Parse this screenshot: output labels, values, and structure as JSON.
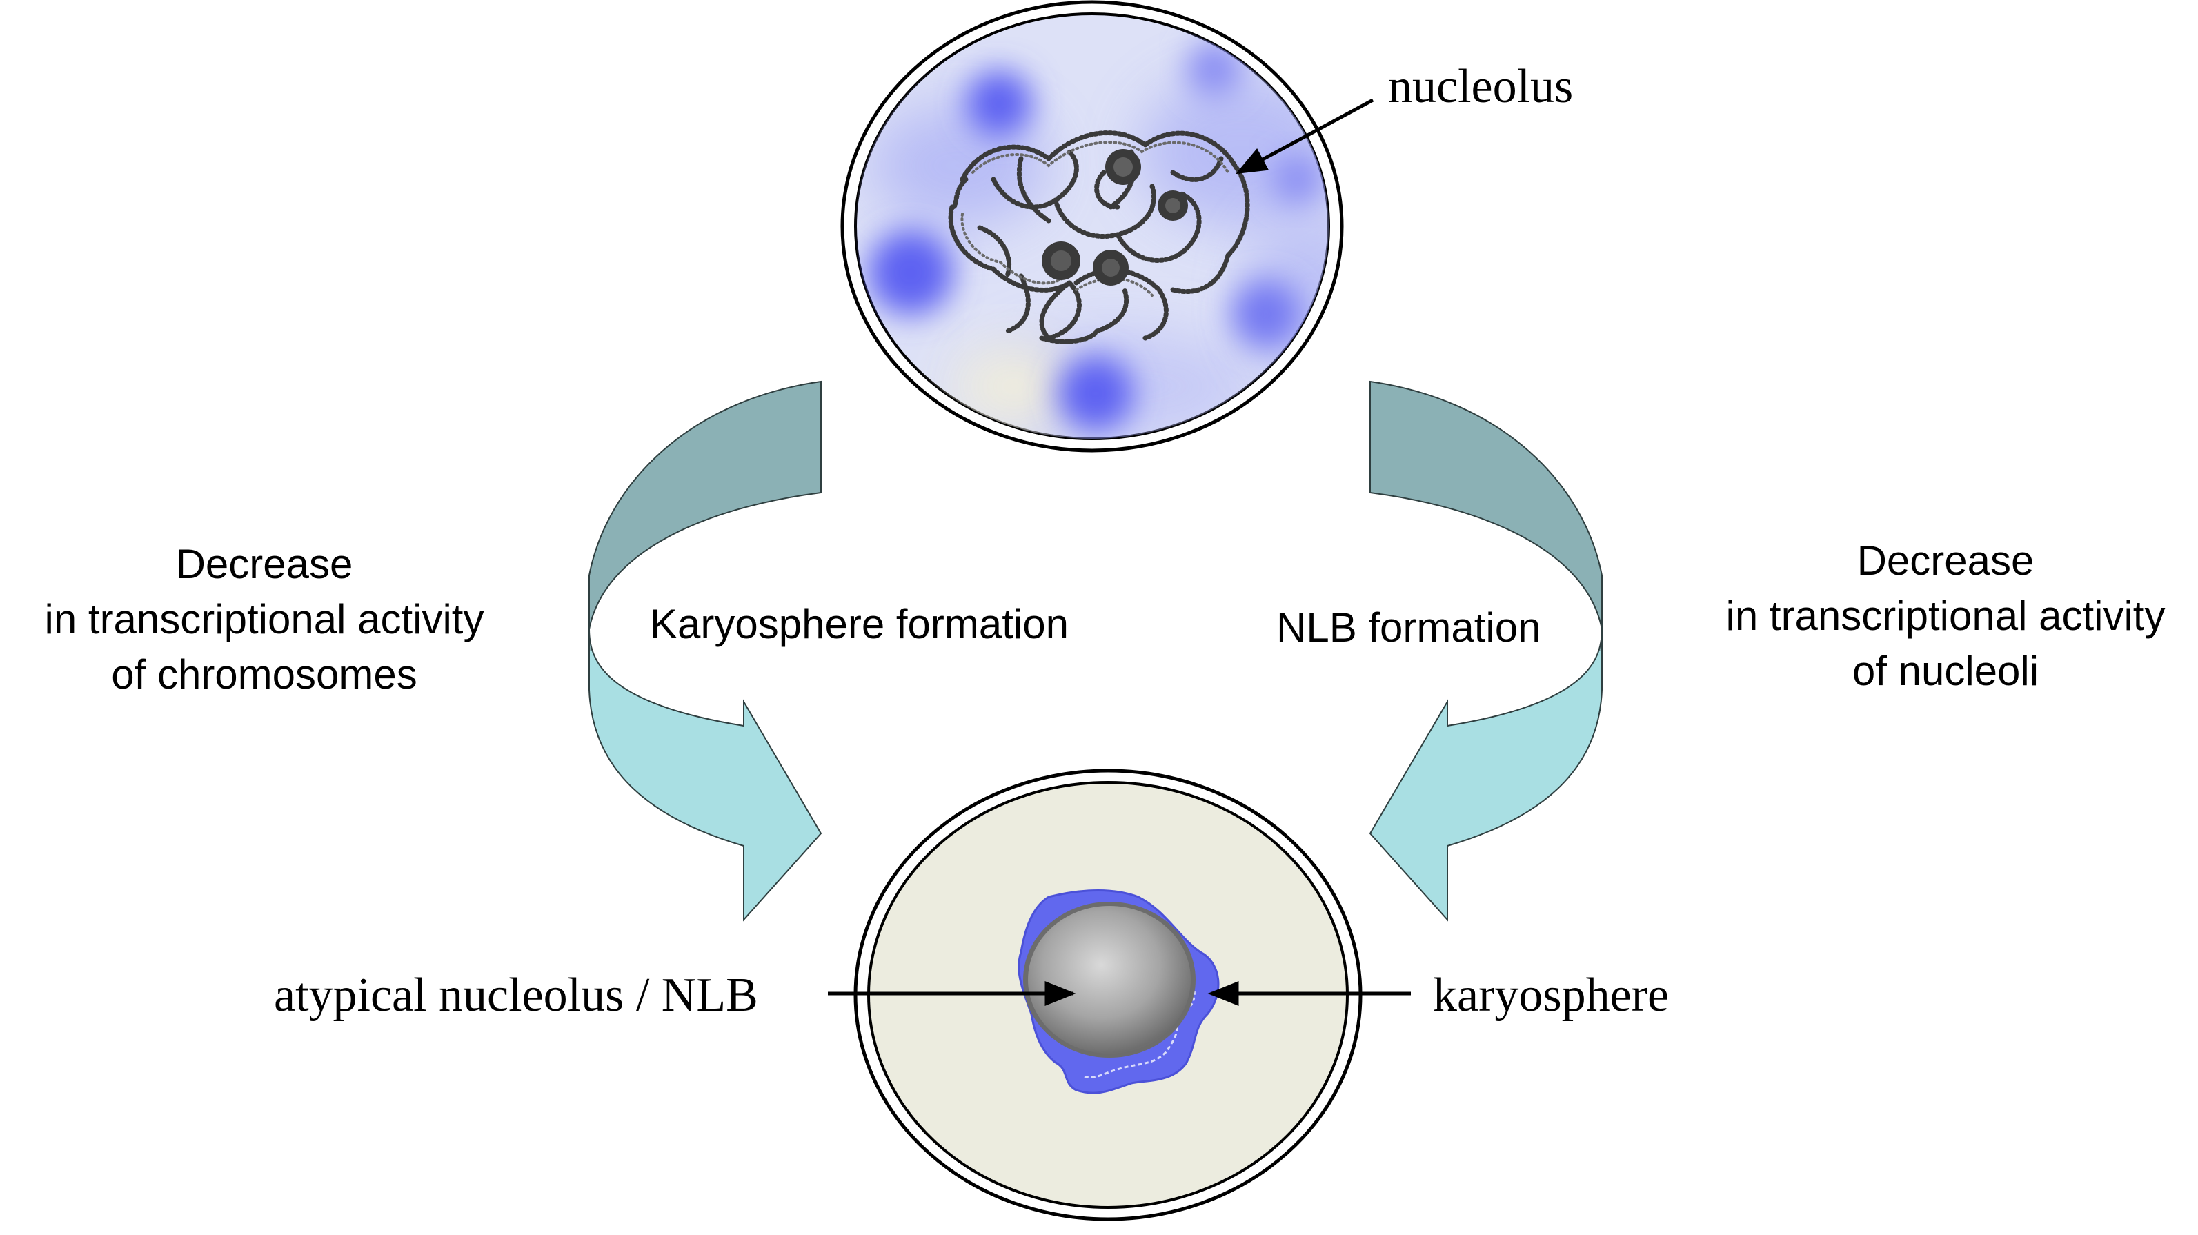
{
  "labels": {
    "nucleolus": "nucleolus",
    "karyosphere_formation": "Karyosphere formation",
    "nlb_formation": "NLB formation",
    "atypical_nucleolus": "atypical nucleolus / NLB",
    "karyosphere": "karyosphere",
    "left_caption": [
      "Decrease",
      "in transcriptional activity",
      "of chromosomes"
    ],
    "right_caption": [
      "Decrease",
      "in transcriptional activity",
      "of nucleoli"
    ]
  },
  "colors": {
    "arrow_top": "#8BB1B5",
    "arrow_bottom": "#A9DFE3",
    "top_cell_base": "#DDE1F7",
    "top_cell_blob": "#5D62F2",
    "bottom_cell_fill": "#ECECDF",
    "karyosphere": "#6168EE",
    "nlb_core": "#9E9E9E",
    "chromatin": "#3A3A3A"
  },
  "icons": {
    "arrow_left": "curved-arrow-down-right",
    "arrow_right": "curved-arrow-down-left",
    "top_cell": "nucleus-with-chromatin-network",
    "bottom_cell": "nucleus-with-karyosphere"
  }
}
